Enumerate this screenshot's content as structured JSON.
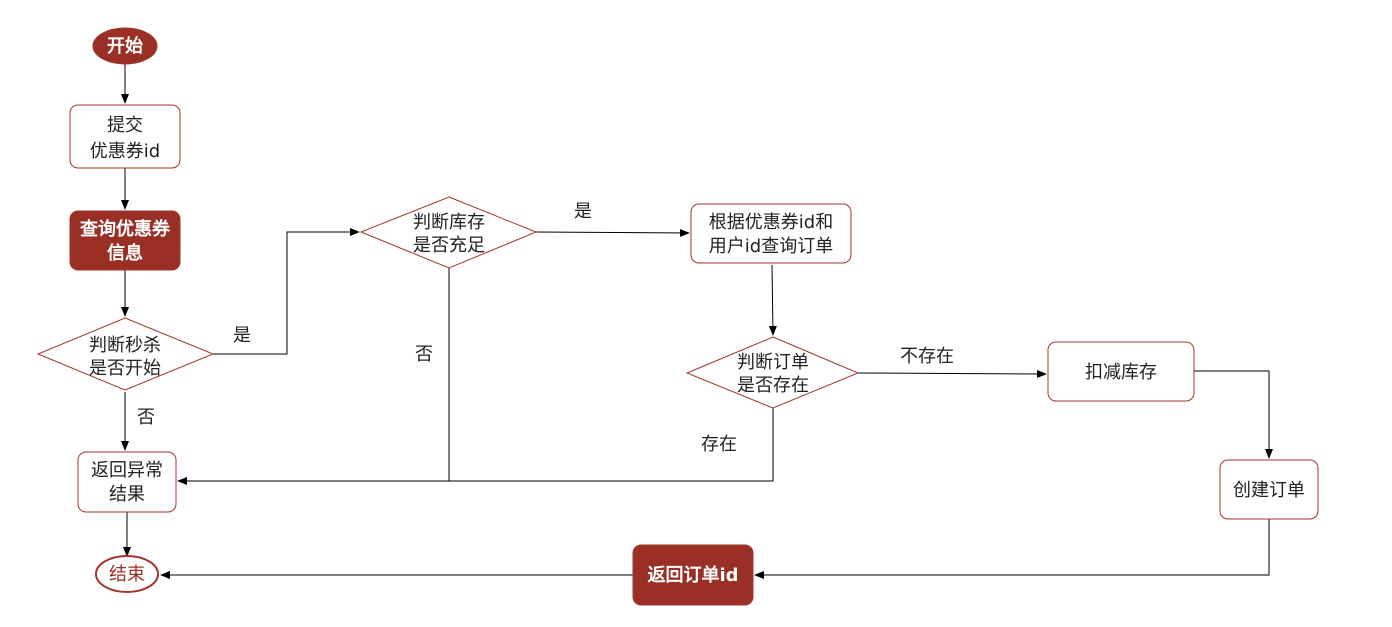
{
  "colors": {
    "accent": "#9a2f26",
    "node_border": "#a5352b",
    "line": "#000000",
    "light_text": "#ffffff",
    "dark_text": "#222222"
  },
  "nodes": {
    "start": "开始",
    "submit": [
      "提交",
      "优惠券id"
    ],
    "query_coupon": [
      "查询优惠券",
      "信息"
    ],
    "check_seckill": [
      "判断秒杀",
      "是否开始"
    ],
    "check_stock": [
      "判断库存",
      "是否充足"
    ],
    "query_order": [
      "根据优惠券id和",
      "用户id查询订单"
    ],
    "check_order": [
      "判断订单",
      "是否存在"
    ],
    "deduct_stock": "扣减库存",
    "create_order": "创建订单",
    "return_order_id": "返回订单id",
    "return_error": [
      "返回异常",
      "结果"
    ],
    "end": "结束"
  },
  "edge_labels": {
    "seckill_yes": "是",
    "seckill_no": "否",
    "stock_yes": "是",
    "stock_no": "否",
    "order_not_exist": "不存在",
    "order_exist": "存在"
  }
}
